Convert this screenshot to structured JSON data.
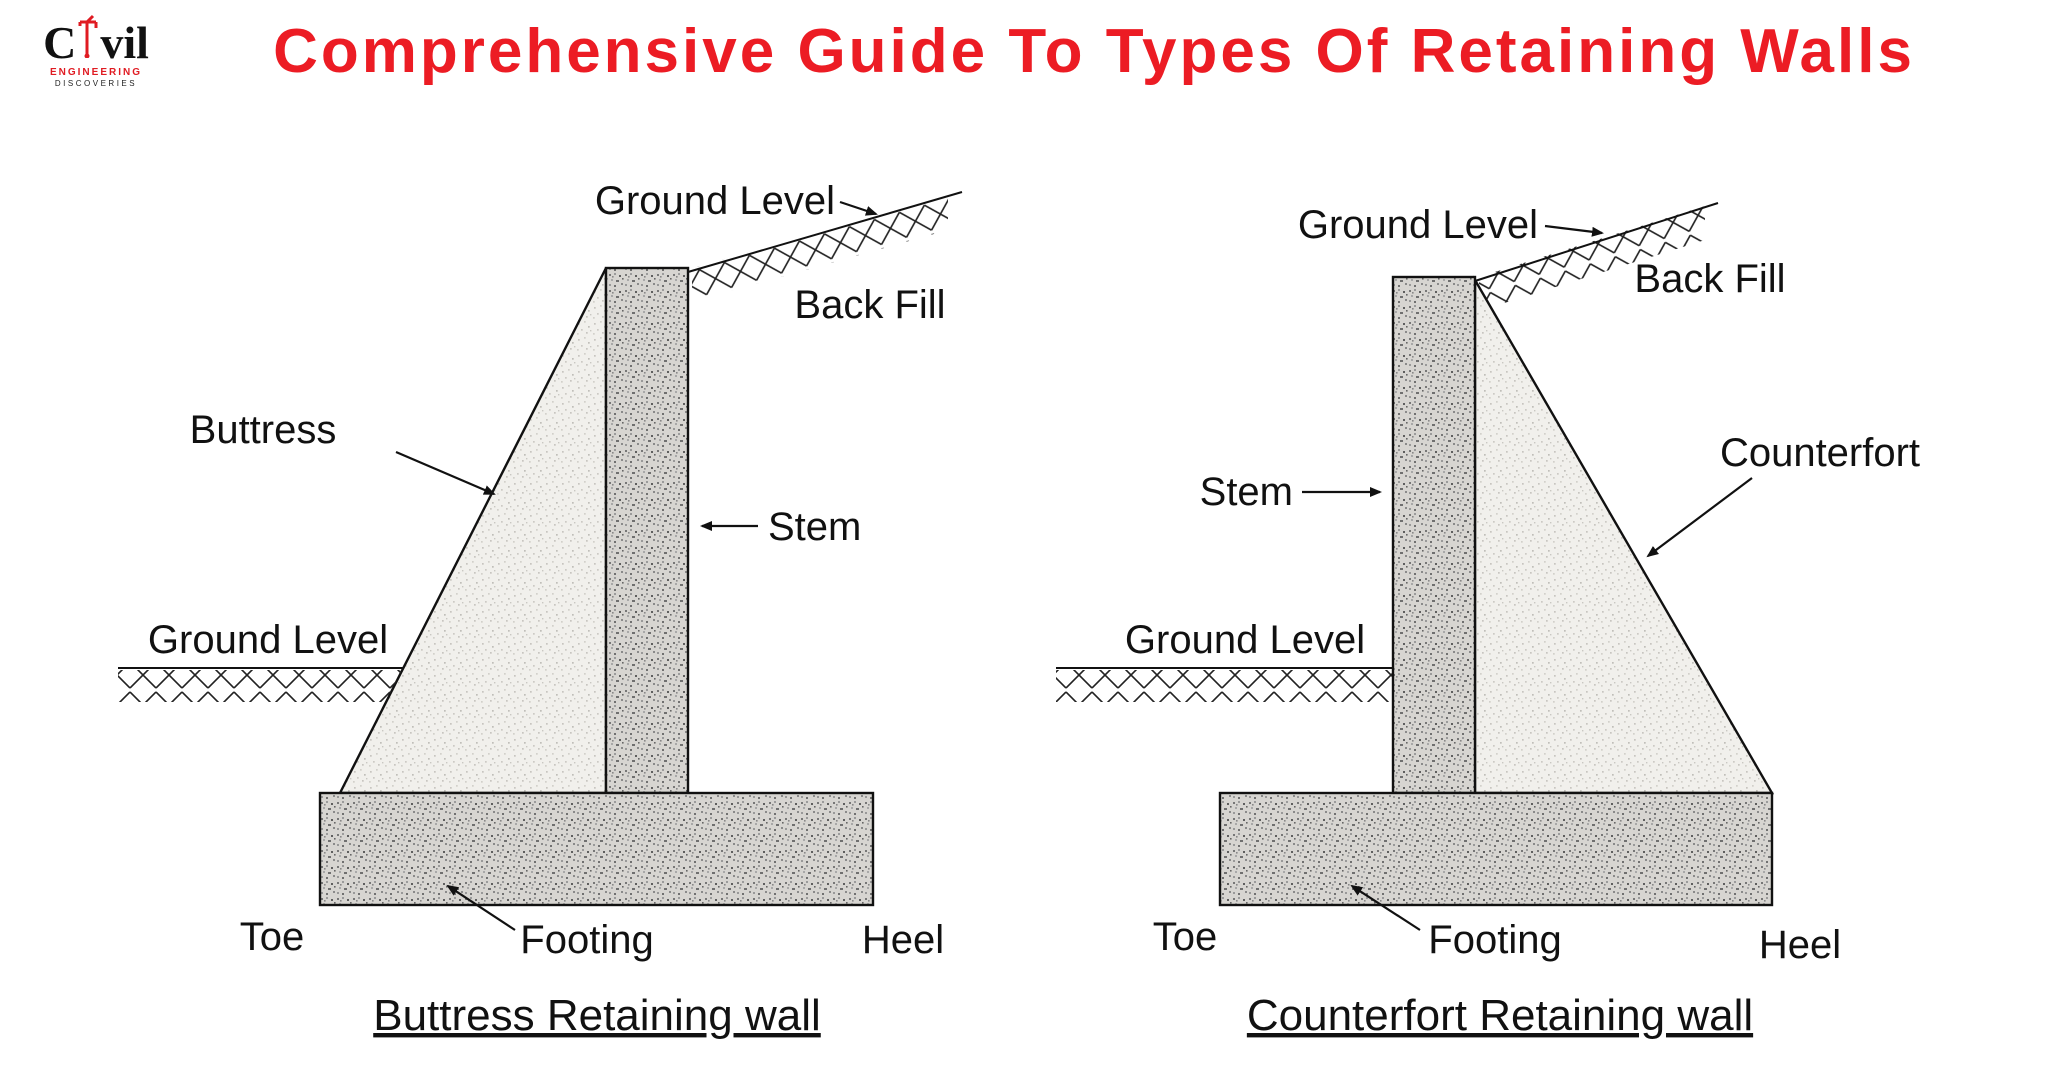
{
  "header": {
    "title": "Comprehensive Guide To Types Of Retaining Walls",
    "logo": {
      "word_part1": "C",
      "word_part2": "vil",
      "line1": "ENGINEERING",
      "line2": "DISCOVERIES"
    }
  },
  "diagrams": {
    "buttress": {
      "caption": "Buttress Retaining wall",
      "ground_level_top": "Ground Level",
      "back_fill": "Back Fill",
      "buttress": "Buttress",
      "stem": "Stem",
      "ground_level_left": "Ground Level",
      "toe": "Toe",
      "footing": "Footing",
      "heel": "Heel"
    },
    "counterfort": {
      "caption": "Counterfort Retaining wall",
      "ground_level_top": "Ground Level",
      "back_fill": "Back Fill",
      "stem": "Stem",
      "counterfort": "Counterfort",
      "ground_level_left": "Ground Level",
      "toe": "Toe",
      "footing": "Footing",
      "heel": "Heel"
    }
  },
  "colors": {
    "title_red": "#ec1c24",
    "logo_red": "#e01b22",
    "ink": "#111111",
    "concrete_fill": "#d7d5d1",
    "concrete_light_fill": "#f1f0ec"
  }
}
